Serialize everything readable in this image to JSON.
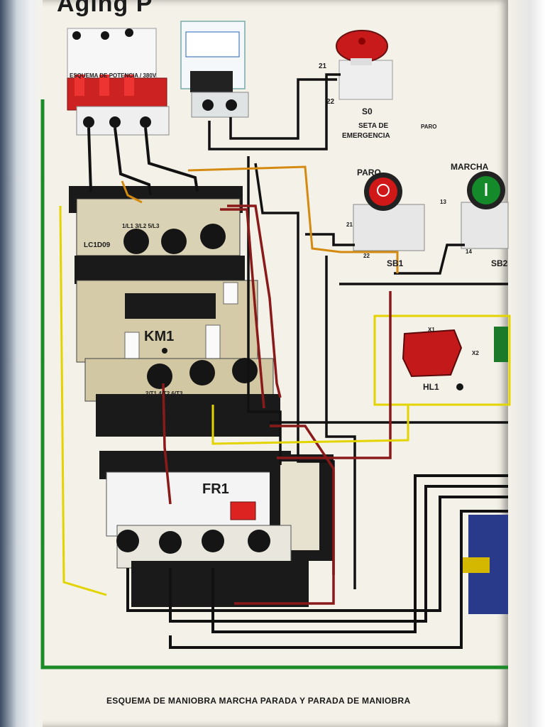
{
  "title": "Aging P",
  "header_note": "",
  "breaker_main": {
    "label": "ESQUEMA DE POTENCIA / 380V"
  },
  "emergency": {
    "code": "S0",
    "label_line1": "SETA DE",
    "label_line2": "EMERGENCIA",
    "side_label": "PARO",
    "terminal_top": "21",
    "terminal_bottom": "22"
  },
  "stop_button": {
    "title": "PARO",
    "code": "SB1",
    "terminal_top": "21",
    "terminal_bottom": "22"
  },
  "start_button": {
    "title": "MARCHA",
    "code": "SB2",
    "terminal_top": "13",
    "terminal_bottom": "14"
  },
  "contactor": {
    "model": "LC1D09",
    "name": "KM1",
    "top_terminals": "1/L1  3/L2  5/L3",
    "bottom_terminals": "2/T1  4/T2  6/T3"
  },
  "overload_relay": {
    "name": "FR1",
    "top_text": ""
  },
  "pilot_lamp": {
    "code": "HL1",
    "terminal_a": "X1",
    "terminal_b": "X2"
  },
  "footer": "ESQUEMA DE MANIOBRA MARCHA PARADA Y PARADA DE MANIOBRA",
  "colors": {
    "board": "#f4f1e8",
    "wire_black": "#111111",
    "wire_red": "#8a1a1a",
    "wire_orange": "#d48a10",
    "wire_yellow": "#e3d400",
    "wire_green": "#1d8a2a",
    "button_red": "#d01818",
    "button_green": "#148a2a",
    "device_grey": "#d9d2b4"
  }
}
